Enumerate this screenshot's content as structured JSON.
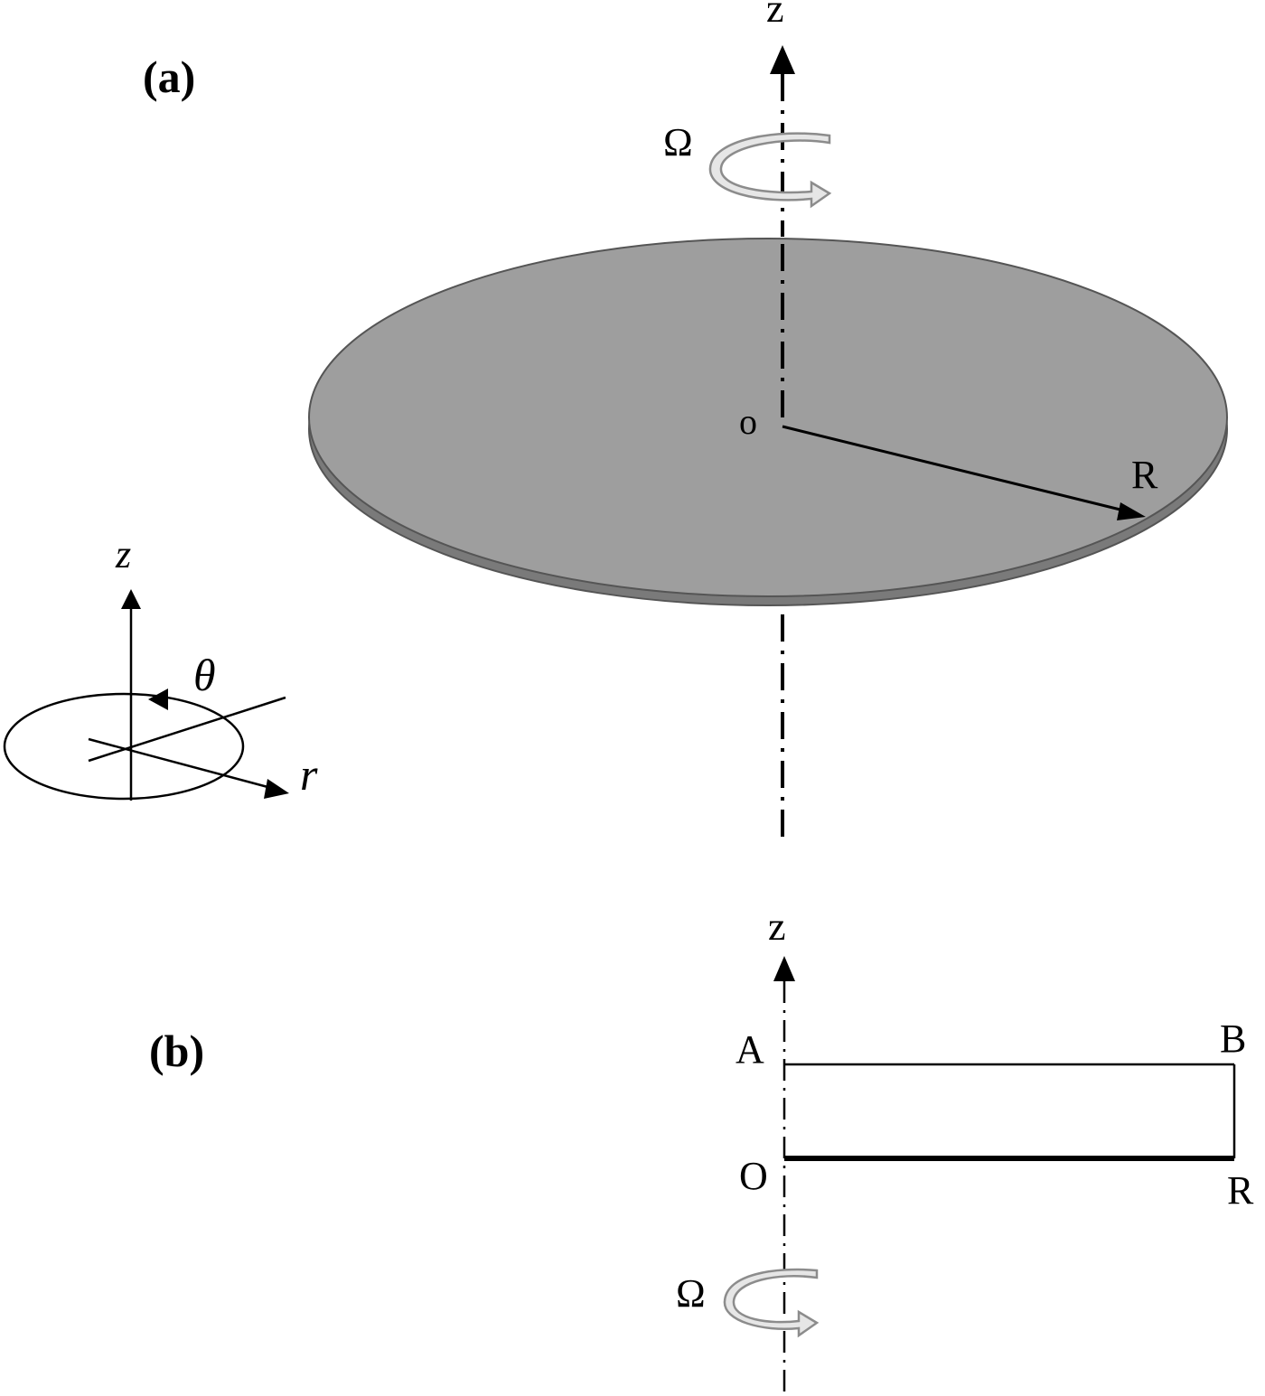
{
  "panel_a": {
    "label": "(a)",
    "axis_label": "z",
    "rotation_label": "Ω",
    "origin_label": "o",
    "radius_label": "R",
    "disk_color": "#9e9e9e",
    "disk_edge_color": "#7a7a7a"
  },
  "coordinate_system": {
    "z_label": "z",
    "theta_label": "θ",
    "r_label": "r"
  },
  "panel_b": {
    "label": "(b)",
    "axis_label": "z",
    "corner_labels": {
      "top_left": "A",
      "top_right": "B",
      "bottom_left": "O",
      "bottom_right": "R"
    },
    "rotation_label": "Ω"
  },
  "colors": {
    "line": "#000000",
    "arrow_fill": "#e6e6e6",
    "arrow_stroke": "#8c8c8c"
  }
}
